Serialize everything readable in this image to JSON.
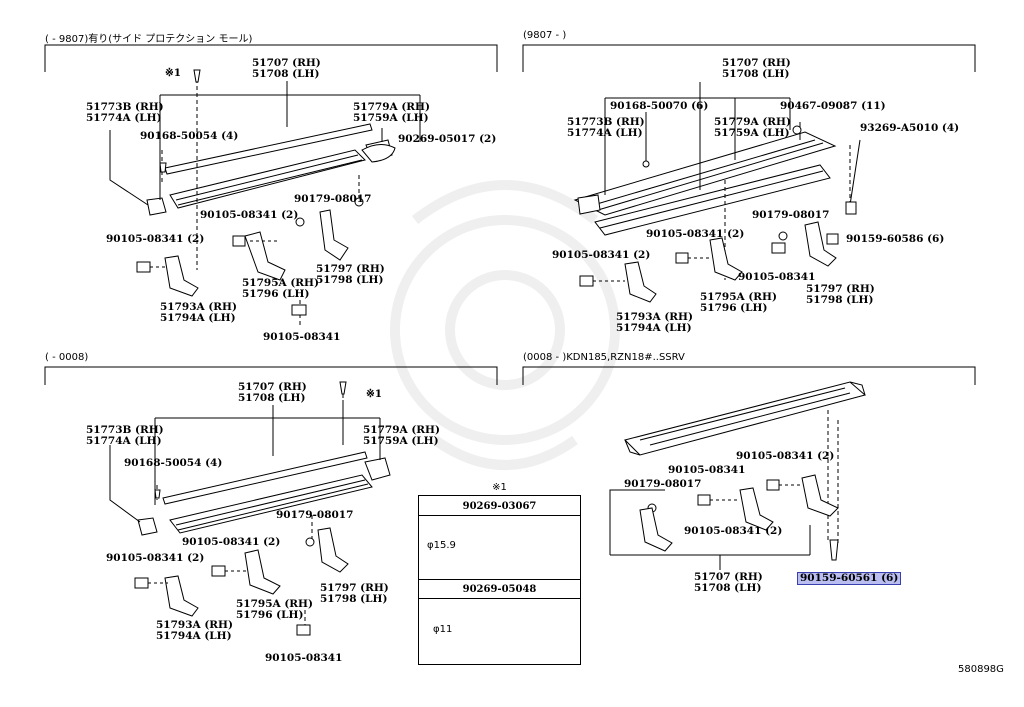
{
  "sections": [
    {
      "caption": "(      - 9807)有り(サイド プロテクション モール)"
    },
    {
      "caption": "(9807 -        )"
    },
    {
      "caption": "(      - 0008)"
    },
    {
      "caption": "(0008 -        )KDN185,RZN18#..SSRV"
    }
  ],
  "s1": {
    "p51707": "51707 (RH)\n51708 (LH)",
    "p51773": "51773B (RH)\n51774A (LH)",
    "p51779": "51779A (RH)\n51759A (LH)",
    "p90168": "90168-50054 (4)",
    "p90269": "90269-05017 (2)",
    "p90179": "90179-08017",
    "p90105a": "90105-08341 (2)",
    "p90105b": "90105-08341 (2)",
    "p51795": "51795A (RH)\n51796 (LH)",
    "p51797": "51797 (RH)\n51798 (LH)",
    "p51793": "51793A (RH)\n51794A (LH)",
    "p90105c": "90105-08341",
    "mark": "※1"
  },
  "s2": {
    "p51707": "51707 (RH)\n51708 (LH)",
    "p90168": "90168-50070 (6)",
    "p90467": "90467-09087 (11)",
    "p51773": "51773B (RH)\n51774A (LH)",
    "p51779": "51779A (RH)\n51759A (LH)",
    "p93269": "93269-A5010 (4)",
    "p90179": "90179-08017",
    "p90105a": "90105-08341 (2)",
    "p90159": "90159-60586 (6)",
    "p90105b": "90105-08341 (2)",
    "p90105c": "90105-08341",
    "p51795": "51795A (RH)\n51796 (LH)",
    "p51797": "51797 (RH)\n51798 (LH)",
    "p51793": "51793A (RH)\n51794A (LH)"
  },
  "s3": {
    "p51707": "51707 (RH)\n51708 (LH)",
    "mark": "※1",
    "p51773": "51773B (RH)\n51774A (LH)",
    "p51779": "51779A (RH)\n51759A (LH)",
    "p90168": "90168-50054 (4)",
    "p90179": "90179-08017",
    "p90105a": "90105-08341 (2)",
    "p90105b": "90105-08341 (2)",
    "p51795": "51795A (RH)\n51796 (LH)",
    "p51797": "51797 (RH)\n51798 (LH)",
    "p51793": "51793A (RH)\n51794A (LH)",
    "p90105c": "90105-08341"
  },
  "note": {
    "title": "※1",
    "rivet1": "90269-03067",
    "dim1": "φ15.9",
    "rivet2": "90269-05048",
    "dim2": "φ11"
  },
  "s4": {
    "p90105a": "90105-08341 (2)",
    "p90179": "90179-08017",
    "p90105b": "90105-08341",
    "p90105c": "90105-08341 (2)",
    "p51707": "51707 (RH)\n51708 (LH)",
    "p90159": "90159-60561 (6)"
  },
  "footer": {
    "code": "580898G"
  },
  "colors": {
    "highlight_bg": "#b9bdf0",
    "highlight_border": "#3a3fb0"
  }
}
